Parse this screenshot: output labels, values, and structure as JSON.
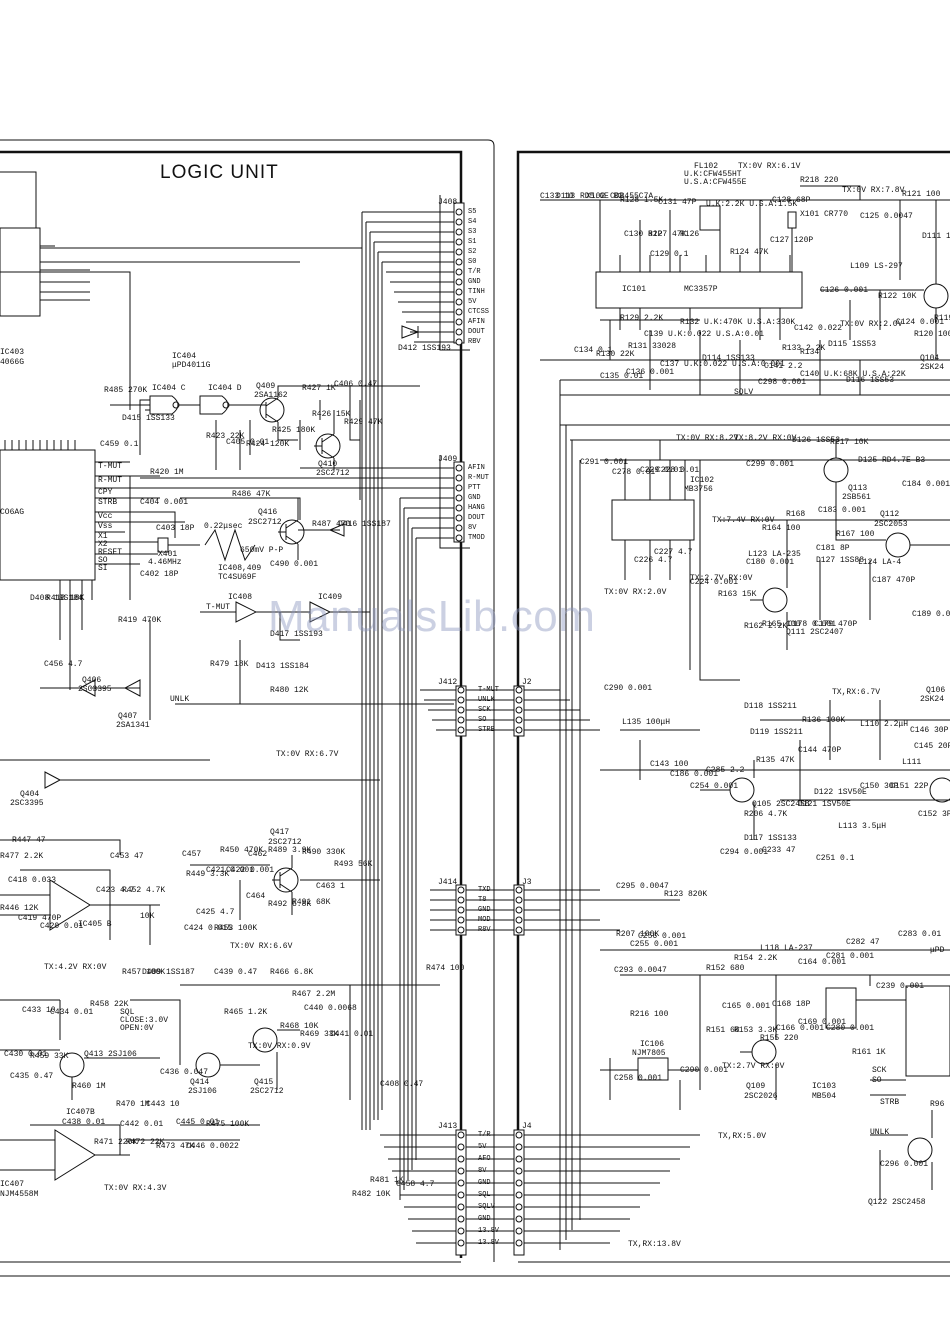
{
  "title": "LOGIC UNIT",
  "watermark": "ManualsLib.com",
  "connectors": {
    "J408": {
      "name": "J408",
      "pins": [
        "S5",
        "S4",
        "S3",
        "S1",
        "S2",
        "S0",
        "T/R",
        "GND",
        "TINH",
        "5V",
        "CTCSS",
        "AFIN",
        "DOUT",
        "RBV"
      ]
    },
    "J409": {
      "name": "J409",
      "pins": [
        "AFIN",
        "R-MUT",
        "PTT",
        "GND",
        "HANG",
        "DOUT",
        "8V",
        "TMOD"
      ]
    },
    "J412": {
      "name": "J412",
      "pins": [
        "T-MUT",
        "UNLK",
        "SCK",
        "SO",
        "STRB"
      ]
    },
    "J414": {
      "name": "J414",
      "pins": [
        "TXD",
        "T8",
        "GND",
        "MOD",
        "R8V"
      ]
    },
    "J413": {
      "name": "J413",
      "pins": [
        "T/R",
        "5V",
        "AFO",
        "8V",
        "GND",
        "SQL",
        "SQLV",
        "GND",
        "13.8V",
        "13.8V"
      ]
    },
    "J2": {
      "name": "J2"
    },
    "J3": {
      "name": "J3"
    },
    "J4": {
      "name": "J4"
    }
  },
  "labels": [
    {
      "id": "ic404",
      "t": "IC404"
    },
    {
      "id": "upd4011",
      "t": "μPD4011G"
    },
    {
      "id": "ic404c",
      "t": "IC404 C"
    },
    {
      "id": "ic404d",
      "t": "IC404 D"
    },
    {
      "id": "q409",
      "t": "Q409"
    },
    {
      "id": "q409t",
      "t": "2SA1162"
    },
    {
      "id": "q410",
      "t": "Q410"
    },
    {
      "id": "q410t",
      "t": "2SC2712"
    },
    {
      "id": "r485",
      "t": "R485 270K"
    },
    {
      "id": "d415",
      "t": "D415 1SS133"
    },
    {
      "id": "c459",
      "t": "C459 0.1"
    },
    {
      "id": "r423",
      "t": "R423 22K"
    },
    {
      "id": "c405",
      "t": "C405 0.01"
    },
    {
      "id": "r424",
      "t": "R424 120K"
    },
    {
      "id": "r425",
      "t": "R425 180K"
    },
    {
      "id": "r427",
      "t": "R427 1K"
    },
    {
      "id": "r426",
      "t": "R426 15K"
    },
    {
      "id": "c406",
      "t": "C406 0.47"
    },
    {
      "id": "r429",
      "t": "R429 47K"
    },
    {
      "id": "tmut",
      "t": "T-MUT"
    },
    {
      "id": "rmut",
      "t": "R-MUT"
    },
    {
      "id": "cpy",
      "t": "CPY"
    },
    {
      "id": "strb",
      "t": "STRB"
    },
    {
      "id": "r420",
      "t": "R420 1M"
    },
    {
      "id": "r486",
      "t": "R486 47K"
    },
    {
      "id": "c404",
      "t": "C404 0.001"
    },
    {
      "id": "vcc",
      "t": "Vcc"
    },
    {
      "id": "vss",
      "t": "Vss"
    },
    {
      "id": "x1",
      "t": "X1"
    },
    {
      "id": "x2",
      "t": "X2"
    },
    {
      "id": "reset",
      "t": "RESET"
    },
    {
      "id": "so",
      "t": "SO"
    },
    {
      "id": "si",
      "t": "SI"
    },
    {
      "id": "x401",
      "t": "X401"
    },
    {
      "id": "xfreq",
      "t": "4.46MHz"
    },
    {
      "id": "c403",
      "t": "C403 18P"
    },
    {
      "id": "c402",
      "t": "C402 18P"
    },
    {
      "id": "q416",
      "t": "Q416"
    },
    {
      "id": "q416t",
      "t": "2SC2712"
    },
    {
      "id": "r487",
      "t": "R487 470"
    },
    {
      "id": "d416",
      "t": "D416 1SS187"
    },
    {
      "id": "pulse",
      "t": "0.22μsec"
    },
    {
      "id": "pp",
      "t": "650mV P-P"
    },
    {
      "id": "ic408409",
      "t": "IC408,409"
    },
    {
      "id": "tc4su",
      "t": "TC4SU69F"
    },
    {
      "id": "c490",
      "t": "C490 0.001"
    },
    {
      "id": "ic408",
      "t": "IC408"
    },
    {
      "id": "ic409",
      "t": "IC409"
    },
    {
      "id": "tmut2",
      "t": "T-MUT"
    },
    {
      "id": "d417",
      "t": "D417 1SS193"
    },
    {
      "id": "r419",
      "t": "R419 470K"
    },
    {
      "id": "r418",
      "t": "R418 18K"
    },
    {
      "id": "d408",
      "t": "D408 1SS184"
    },
    {
      "id": "r479",
      "t": "R479 18K"
    },
    {
      "id": "d413",
      "t": "D413 1SS184"
    },
    {
      "id": "r480",
      "t": "R480 12K"
    },
    {
      "id": "unlk",
      "t": "UNLK"
    },
    {
      "id": "c456",
      "t": "C456 4.7"
    },
    {
      "id": "q406",
      "t": "Q406"
    },
    {
      "id": "q406t",
      "t": "2SC3395"
    },
    {
      "id": "q407",
      "t": "Q407"
    },
    {
      "id": "q407t",
      "t": "2SA1341"
    },
    {
      "id": "q404",
      "t": "Q404"
    },
    {
      "id": "q404t",
      "t": "2SC3395"
    },
    {
      "id": "txrx1",
      "t": "TX:0V RX:6.7V"
    },
    {
      "id": "r447",
      "t": "R447 47"
    },
    {
      "id": "r477",
      "t": "R477 2.2K"
    },
    {
      "id": "c418",
      "t": "C418 0.033"
    },
    {
      "id": "c453",
      "t": "C453 47"
    },
    {
      "id": "c423",
      "t": "C423 4.7"
    },
    {
      "id": "r452",
      "t": "R452 4.7K"
    },
    {
      "id": "vr",
      "t": "10K"
    },
    {
      "id": "ic405b",
      "t": "IC405 B"
    },
    {
      "id": "r446",
      "t": "R446 12K"
    },
    {
      "id": "c419",
      "t": "C419 470P"
    },
    {
      "id": "c420",
      "t": "C420 0.01"
    },
    {
      "id": "txrx2",
      "t": "TX:4.2V RX:0V"
    },
    {
      "id": "c457",
      "t": "C457"
    },
    {
      "id": "r449",
      "t": "R449 3.3K"
    },
    {
      "id": "c421",
      "t": "C421 0.001"
    },
    {
      "id": "c422",
      "t": "C422 0.001"
    },
    {
      "id": "r450",
      "t": "R450 470K"
    },
    {
      "id": "c462",
      "t": "C462"
    },
    {
      "id": "r489",
      "t": "R489 3.9K"
    },
    {
      "id": "q417",
      "t": "Q417"
    },
    {
      "id": "q417t",
      "t": "2SC2712"
    },
    {
      "id": "r490",
      "t": "R490 330K"
    },
    {
      "id": "r493",
      "t": "R493 56K"
    },
    {
      "id": "c463",
      "t": "C463 1"
    },
    {
      "id": "r491",
      "t": "R491 68K"
    },
    {
      "id": "r492",
      "t": "R492 6.8K"
    },
    {
      "id": "c464",
      "t": "C464"
    },
    {
      "id": "c424",
      "t": "C424 0.015"
    },
    {
      "id": "c425",
      "t": "C425 4.7"
    },
    {
      "id": "r453",
      "t": "R453 100K"
    },
    {
      "id": "r457",
      "t": "R457 100K"
    },
    {
      "id": "d409",
      "t": "D409 1SS187"
    },
    {
      "id": "txrx3",
      "t": "TX:0V RX:6.6V"
    },
    {
      "id": "c439",
      "t": "C439 0.47"
    },
    {
      "id": "r466",
      "t": "R466 6.8K"
    },
    {
      "id": "r467",
      "t": "R467 2.2M"
    },
    {
      "id": "c440",
      "t": "C440 0.0068"
    },
    {
      "id": "sql",
      "t": "SQL"
    },
    {
      "id": "sqlcl",
      "t": "CLOSE:3.0V"
    },
    {
      "id": "sqlop",
      "t": "OPEN:0V"
    },
    {
      "id": "r465",
      "t": "R465 1.2K"
    },
    {
      "id": "r468",
      "t": "R468 10K"
    },
    {
      "id": "r469",
      "t": "R469 33K"
    },
    {
      "id": "c441",
      "t": "C441 0.01"
    },
    {
      "id": "txrx4",
      "t": "TX:0V RX:0.9V"
    },
    {
      "id": "c434",
      "t": "C434 0.01"
    },
    {
      "id": "r458",
      "t": "R458 22K"
    },
    {
      "id": "c433",
      "t": "C433 10"
    },
    {
      "id": "q413",
      "t": "Q413 2SJ106"
    },
    {
      "id": "r459",
      "t": "R459 33K"
    },
    {
      "id": "c430",
      "t": "C430 0.01"
    },
    {
      "id": "c436",
      "t": "C436 0.047"
    },
    {
      "id": "r460",
      "t": "R460 1M"
    },
    {
      "id": "c435",
      "t": "C435 0.47"
    },
    {
      "id": "q414",
      "t": "Q414"
    },
    {
      "id": "q414t",
      "t": "2SJ106"
    },
    {
      "id": "q415",
      "t": "Q415"
    },
    {
      "id": "q415t",
      "t": "2SC2712"
    },
    {
      "id": "r474",
      "t": "R474 100"
    },
    {
      "id": "ic407b",
      "t": "IC407B"
    },
    {
      "id": "c438",
      "t": "C438 0.01"
    },
    {
      "id": "r470",
      "t": "R470 1M"
    },
    {
      "id": "c443",
      "t": "C443 10"
    },
    {
      "id": "c442",
      "t": "C442 0.01"
    },
    {
      "id": "c445",
      "t": "C445 0.01"
    },
    {
      "id": "r475",
      "t": "R475 100K"
    },
    {
      "id": "r471",
      "t": "R471 220K"
    },
    {
      "id": "r472",
      "t": "R472 22K"
    },
    {
      "id": "r473",
      "t": "R473 47K"
    },
    {
      "id": "c446",
      "t": "C446 0.0022"
    },
    {
      "id": "ic407",
      "t": "IC407"
    },
    {
      "id": "njm",
      "t": "NJM4558M"
    },
    {
      "id": "txrx5",
      "t": "TX:0V RX:4.3V"
    },
    {
      "id": "c408",
      "t": "C408 0.47"
    },
    {
      "id": "r481",
      "t": "R481 1K"
    },
    {
      "id": "r482",
      "t": "R482 10K"
    },
    {
      "id": "c458",
      "t": "C458 4.7"
    },
    {
      "id": "d412",
      "t": "D412 1SS193"
    },
    {
      "id": "ic403",
      "t": "IC403"
    },
    {
      "id": "ic403t",
      "t": "4066G"
    },
    {
      "id": "ic401t",
      "t": "CO6AG"
    },
    {
      "id": "fl102",
      "t": "FL102"
    },
    {
      "id": "fl102uk",
      "t": "U.K:CFW455HT"
    },
    {
      "id": "fl102us",
      "t": "U.S.A:CFW455E"
    },
    {
      "id": "txrx6",
      "t": "TX:0V RX:6.1V"
    },
    {
      "id": "r218",
      "t": "R218 220"
    },
    {
      "id": "txrx7",
      "t": "TX:0V RX:7.8V"
    },
    {
      "id": "c133",
      "t": "C133 10"
    },
    {
      "id": "d113",
      "t": "D113 RD5.6E B2"
    },
    {
      "id": "x102",
      "t": "X102 CDB455C7A"
    },
    {
      "id": "r128",
      "t": "R128 1.5K"
    },
    {
      "id": "c131",
      "t": "C131 47P"
    },
    {
      "id": "c130",
      "t": "C130 82P"
    },
    {
      "id": "r127",
      "t": "R127 47K"
    },
    {
      "id": "r126",
      "t": "R126"
    },
    {
      "id": "r125",
      "t": "U.K:2.2K U.S.A:1.5K"
    },
    {
      "id": "c128",
      "t": "C128 68P"
    },
    {
      "id": "x101",
      "t": "X101 CR770"
    },
    {
      "id": "c127",
      "t": "C127 120P"
    },
    {
      "id": "r124",
      "t": "R124 47K"
    },
    {
      "id": "c129",
      "t": "C129 0.1"
    },
    {
      "id": "ic101",
      "t": "IC101"
    },
    {
      "id": "mc3357",
      "t": "MC3357P"
    },
    {
      "id": "c125",
      "t": "C125 0.0047"
    },
    {
      "id": "l109",
      "t": "L109 LS-297"
    },
    {
      "id": "r121",
      "t": "R121 100"
    },
    {
      "id": "d111",
      "t": "D111 1SS99"
    },
    {
      "id": "r122",
      "t": "R122 10K"
    },
    {
      "id": "c126",
      "t": "C126 0.001"
    },
    {
      "id": "txrx8",
      "t": "TX:0V RX:2.0V"
    },
    {
      "id": "c142",
      "t": "C142 0.022"
    },
    {
      "id": "c124",
      "t": "C124 0.001"
    },
    {
      "id": "r120",
      "t": "R120 100"
    },
    {
      "id": "r119",
      "t": "R119 470K"
    },
    {
      "id": "q104",
      "t": "Q104"
    },
    {
      "id": "q104t",
      "t": "2SK24"
    },
    {
      "id": "r129",
      "t": "R129 2.2K"
    },
    {
      "id": "r131",
      "t": "R131 33028"
    },
    {
      "id": "c134",
      "t": "C134 0.1"
    },
    {
      "id": "r130",
      "t": "R130 22K"
    },
    {
      "id": "c135",
      "t": "C135 0.01"
    },
    {
      "id": "c136",
      "t": "C136 0.001"
    },
    {
      "id": "r132",
      "t": "R132 U.K:470K U.S.A:330K"
    },
    {
      "id": "c139",
      "t": "C139 U.K:0.022 U.S.A:0.01"
    },
    {
      "id": "c137",
      "t": "C137 U.K:0.022 U.S.A:0.001"
    },
    {
      "id": "d114",
      "t": "D114 1SS133"
    },
    {
      "id": "r133",
      "t": "R133 2.2K"
    },
    {
      "id": "c141",
      "t": "C141 2.2"
    },
    {
      "id": "sqlv",
      "t": "SQLV"
    },
    {
      "id": "c298",
      "t": "C298 0.001"
    },
    {
      "id": "r134",
      "t": "R134"
    },
    {
      "id": "d115",
      "t": "D115 1SS53"
    },
    {
      "id": "d116",
      "t": "D116 1SS53"
    },
    {
      "id": "c140",
      "t": "C140 U.K:68K U.S.A:22K"
    },
    {
      "id": "txrx9",
      "t": "TX:0V RX:8.2V"
    },
    {
      "id": "txrx10",
      "t": "TX:8.2V RX:0V"
    },
    {
      "id": "d126",
      "t": "D126 1SS53"
    },
    {
      "id": "r217",
      "t": "R217 10K"
    },
    {
      "id": "d125",
      "t": "D125 RD4.7E B3"
    },
    {
      "id": "c291",
      "t": "C291 0.001"
    },
    {
      "id": "c278",
      "t": "C278 0.01"
    },
    {
      "id": "c229",
      "t": "C229 0.01"
    },
    {
      "id": "c228",
      "t": "C228 0.01"
    },
    {
      "id": "ic102",
      "t": "IC102"
    },
    {
      "id": "mb3756",
      "t": "MB3756"
    },
    {
      "id": "c299",
      "t": "C299 0.001"
    },
    {
      "id": "q113",
      "t": "Q113"
    },
    {
      "id": "q113t",
      "t": "2SB561"
    },
    {
      "id": "c184",
      "t": "C184 0.001"
    },
    {
      "id": "q112",
      "t": "Q112"
    },
    {
      "id": "q112t",
      "t": "2SC2053"
    },
    {
      "id": "txrx11",
      "t": "TX:7.4V RX:0V"
    },
    {
      "id": "r164",
      "t": "R164 100"
    },
    {
      "id": "r168",
      "t": "R168"
    },
    {
      "id": "c183",
      "t": "C183 0.001"
    },
    {
      "id": "r167",
      "t": "R167 100"
    },
    {
      "id": "c181",
      "t": "C181 8P"
    },
    {
      "id": "l123",
      "t": "L123 LA-235"
    },
    {
      "id": "d127",
      "t": "D127 1SS88"
    },
    {
      "id": "l124",
      "t": "L124 LA-4"
    },
    {
      "id": "c226",
      "t": "C226 4.7"
    },
    {
      "id": "c227",
      "t": "C227 4.7"
    },
    {
      "id": "c224",
      "t": "C224 0.001"
    },
    {
      "id": "txrx12",
      "t": "TX:2.7V RX:0V"
    },
    {
      "id": "r163",
      "t": "R163 15K"
    },
    {
      "id": "q111",
      "t": "Q111 2SC2407"
    },
    {
      "id": "c180",
      "t": "C180 0.001"
    },
    {
      "id": "txrx13",
      "t": "TX:0V RX:2.0V"
    },
    {
      "id": "r162",
      "t": "R162 2.2K"
    },
    {
      "id": "r165",
      "t": "R165 100"
    },
    {
      "id": "c178",
      "t": "C178 0.001"
    },
    {
      "id": "c179",
      "t": "C179 470P"
    },
    {
      "id": "c187",
      "t": "C187 470P"
    },
    {
      "id": "c189",
      "t": "C189 0.001"
    },
    {
      "id": "c290",
      "t": "C290 0.001"
    },
    {
      "id": "txrx14",
      "t": "TX,RX:6.7V"
    },
    {
      "id": "q106",
      "t": "Q106"
    },
    {
      "id": "q106t",
      "t": "2SK24"
    },
    {
      "id": "d118",
      "t": "D118 1SS211"
    },
    {
      "id": "d119",
      "t": "D119 1SS211"
    },
    {
      "id": "l135",
      "t": "L135 100μH"
    },
    {
      "id": "r136",
      "t": "R136 100K"
    },
    {
      "id": "l110",
      "t": "L110 2.2μH"
    },
    {
      "id": "c146",
      "t": "C146 30P"
    },
    {
      "id": "c144",
      "t": "C144 470P"
    },
    {
      "id": "r135",
      "t": "R135 47K"
    },
    {
      "id": "c145",
      "t": "C145 20P"
    },
    {
      "id": "c143",
      "t": "C143 100"
    },
    {
      "id": "c186",
      "t": "C186 0.001"
    },
    {
      "id": "c254",
      "t": "C254 0.001"
    },
    {
      "id": "c285",
      "t": "C285 2.2"
    },
    {
      "id": "q105",
      "t": "Q105 2SC2458"
    },
    {
      "id": "c150",
      "t": "C150 30P"
    },
    {
      "id": "c151",
      "t": "C151 22P"
    },
    {
      "id": "l111",
      "t": "L111"
    },
    {
      "id": "d121",
      "t": "D121 1SV50E"
    },
    {
      "id": "d122",
      "t": "D122 1SV50E"
    },
    {
      "id": "r206",
      "t": "R206 4.7K"
    },
    {
      "id": "d117",
      "t": "D117 1SS133"
    },
    {
      "id": "c152",
      "t": "C152 3P"
    },
    {
      "id": "l113",
      "t": "L113 3.5μH"
    },
    {
      "id": "c294",
      "t": "C294 0.001"
    },
    {
      "id": "c233",
      "t": "C233 47"
    },
    {
      "id": "c251",
      "t": "C251 0.1"
    },
    {
      "id": "r123",
      "t": "R123 820K"
    },
    {
      "id": "c295",
      "t": "C295 0.0047"
    },
    {
      "id": "r207",
      "t": "R207 100K"
    },
    {
      "id": "c255",
      "t": "C255 0.001"
    },
    {
      "id": "c256",
      "t": "C256 0.001"
    },
    {
      "id": "c293",
      "t": "C293 0.0047"
    },
    {
      "id": "r216",
      "t": "R216 100"
    },
    {
      "id": "r152",
      "t": "R152 680"
    },
    {
      "id": "r154",
      "t": "R154 2.2K"
    },
    {
      "id": "l118",
      "t": "L118 LA-237"
    },
    {
      "id": "c164",
      "t": "C164 0.001"
    },
    {
      "id": "c281",
      "t": "C281 0.001"
    },
    {
      "id": "c282",
      "t": "C282 47"
    },
    {
      "id": "c283",
      "t": "C283 0.01"
    },
    {
      "id": "c239",
      "t": "C239 0.001"
    },
    {
      "id": "c165",
      "t": "C165 0.001"
    },
    {
      "id": "c168",
      "t": "C168 18P"
    },
    {
      "id": "c166",
      "t": "C166 0.001"
    },
    {
      "id": "r151",
      "t": "R151 68"
    },
    {
      "id": "r153",
      "t": "R153 3.3K"
    },
    {
      "id": "r155",
      "t": "R155 220"
    },
    {
      "id": "c169",
      "t": "C169 0.001"
    },
    {
      "id": "c280",
      "t": "C280 0.001"
    },
    {
      "id": "r161",
      "t": "R161 1K"
    },
    {
      "id": "ic106",
      "t": "IC106"
    },
    {
      "id": "njm7805",
      "t": "NJM7805"
    },
    {
      "id": "txrx15",
      "t": "TX:2.7V RX:0V"
    },
    {
      "id": "q109",
      "t": "Q109"
    },
    {
      "id": "q109t",
      "t": "2SC2026"
    },
    {
      "id": "ic103",
      "t": "IC103"
    },
    {
      "id": "mb504",
      "t": "MB504"
    },
    {
      "id": "c258",
      "t": "C258 0.001"
    },
    {
      "id": "c290b",
      "t": "C290 0.001"
    },
    {
      "id": "sck",
      "t": "SCK"
    },
    {
      "id": "so2",
      "t": "SO"
    },
    {
      "id": "strb2",
      "t": "STRB"
    },
    {
      "id": "txrx16",
      "t": "TX,RX:5.0V"
    },
    {
      "id": "unlk2",
      "t": "UNLK"
    },
    {
      "id": "c296",
      "t": "C296 0.001"
    },
    {
      "id": "q122",
      "t": "Q122 2SC2458"
    },
    {
      "id": "r96",
      "t": "R96"
    },
    {
      "id": "icupd",
      "t": "μPD"
    },
    {
      "id": "txrx17",
      "t": "TX,RX:13.8V"
    }
  ]
}
